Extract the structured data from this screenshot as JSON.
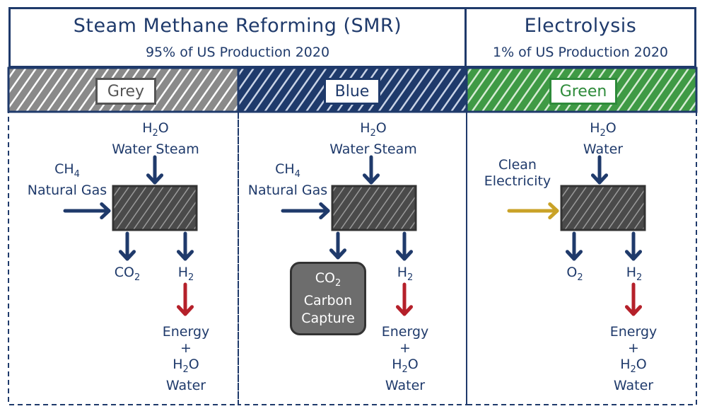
{
  "headers": {
    "smr": {
      "title": "Steam Methane Reforming (SMR)",
      "subtitle": "95% of US Production 2020"
    },
    "electrolysis": {
      "title": "Electrolysis",
      "subtitle": "1% of US Production 2020"
    }
  },
  "bands": [
    {
      "label": "Grey",
      "color": "#555555"
    },
    {
      "label": "Blue",
      "color": "#1f3a6b"
    },
    {
      "label": "Green",
      "color": "#2e8b3a"
    }
  ],
  "colors": {
    "navy": "#1f3a6b",
    "red": "#b5202a",
    "gold": "#c9a227",
    "reactor": "#4a4a4a"
  },
  "grey": {
    "input_top": {
      "formula": "H",
      "sub": "2",
      "formula_rest": "O",
      "name": "Water Steam"
    },
    "input_left": {
      "formula": "CH",
      "sub": "4",
      "name": "Natural Gas"
    },
    "out1": {
      "formula": "CO",
      "sub": "2"
    },
    "out2": {
      "formula": "H",
      "sub": "2"
    },
    "energy": {
      "line1": "Energy",
      "line2": "+",
      "formula": "H",
      "sub": "2",
      "formula_rest": "O",
      "name": "Water"
    }
  },
  "blue": {
    "input_top": {
      "formula": "H",
      "sub": "2",
      "formula_rest": "O",
      "name": "Water Steam"
    },
    "input_left": {
      "formula": "CH",
      "sub": "4",
      "name": "Natural Gas"
    },
    "capture": {
      "formula": "CO",
      "sub": "2",
      "line2": "Carbon",
      "line3": "Capture"
    },
    "out2": {
      "formula": "H",
      "sub": "2"
    },
    "energy": {
      "line1": "Energy",
      "line2": "+",
      "formula": "H",
      "sub": "2",
      "formula_rest": "O",
      "name": "Water"
    }
  },
  "green": {
    "input_top": {
      "formula": "H",
      "sub": "2",
      "formula_rest": "O",
      "name": "Water"
    },
    "input_left": {
      "line1": "Clean",
      "line2": "Electricity"
    },
    "out1": {
      "formula": "O",
      "sub": "2"
    },
    "out2": {
      "formula": "H",
      "sub": "2"
    },
    "energy": {
      "line1": "Energy",
      "line2": "+",
      "formula": "H",
      "sub": "2",
      "formula_rest": "O",
      "name": "Water"
    }
  }
}
